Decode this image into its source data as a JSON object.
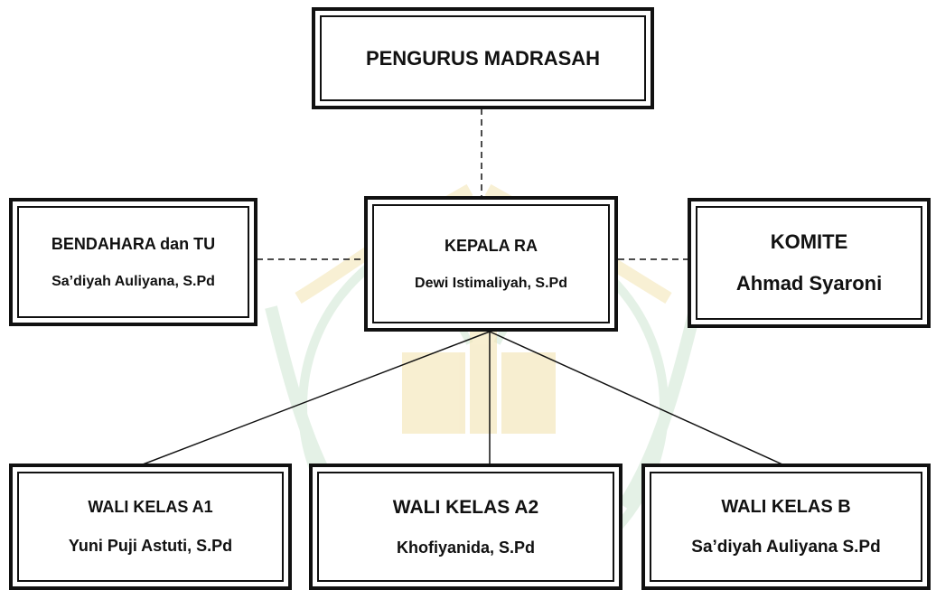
{
  "nodes": {
    "root": {
      "title": "PENGURUS MADRASAH"
    },
    "head": {
      "title": "KEPALA RA",
      "name": "Dewi Istimaliyah, S.Pd"
    },
    "treasurer": {
      "title": "BENDAHARA dan TU",
      "name": "Sa’diyah Auliyana, S.Pd"
    },
    "committee": {
      "title": "KOMITE",
      "name": "Ahmad Syaroni"
    },
    "a1": {
      "title": "WALI KELAS A1",
      "name": "Yuni Puji Astuti, S.Pd"
    },
    "a2": {
      "title": "WALI KELAS A2",
      "name": "Khofiyanida, S.Pd"
    },
    "b": {
      "title": "WALI KELAS B",
      "name": "Sa’diyah Auliyana S.Pd"
    }
  },
  "colors": {
    "line": "#111111",
    "watermark_green": "#cfe6d3",
    "watermark_gold": "#f3e4b2"
  }
}
